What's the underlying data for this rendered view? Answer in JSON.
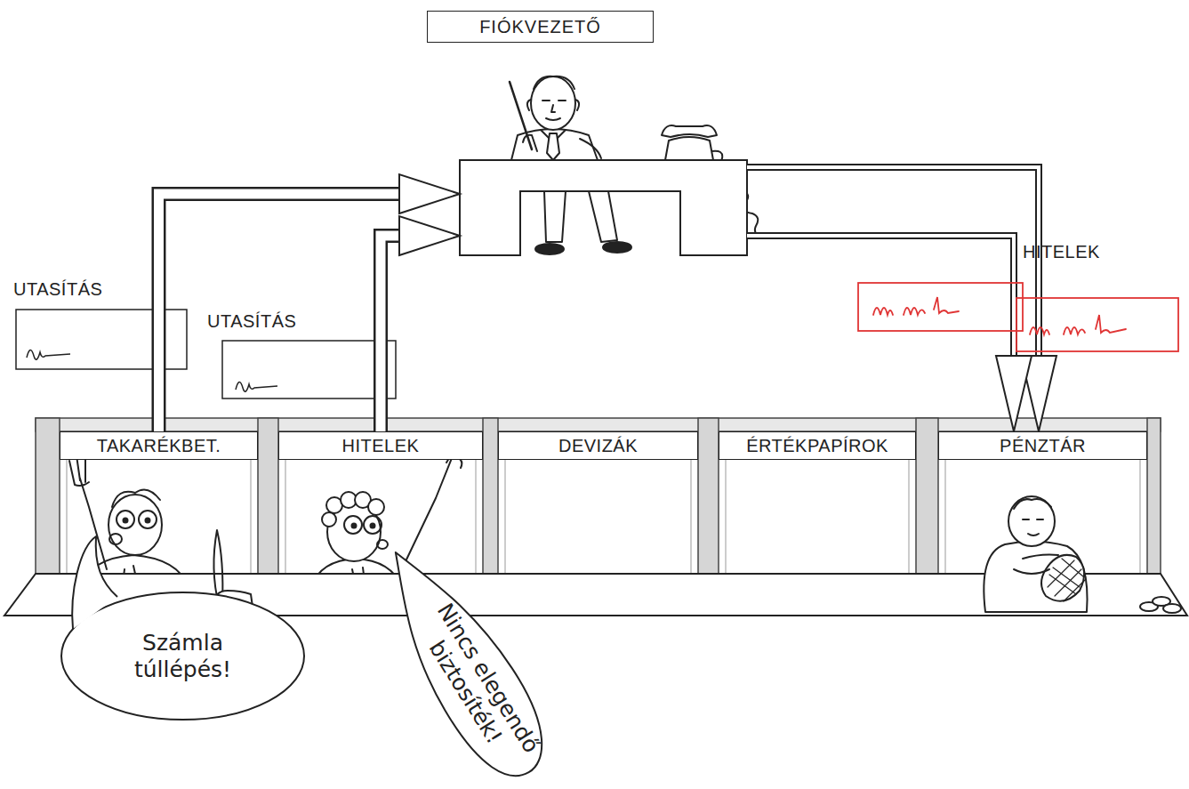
{
  "diagram": {
    "nodes": [
      {
        "text": [
          "FIÓKVEZETŐ"
        ]
      },
      {
        "text": [
          "TAKARÉKBET."
        ]
      },
      {
        "text": [
          "HITELEK"
        ]
      },
      {
        "text": [
          "DEVIZÁK"
        ]
      },
      {
        "text": [
          "ÉRTÉKPAPÍROK"
        ]
      },
      {
        "text": [
          "PÉNZTÁR"
        ]
      },
      {
        "text": [
          "Számla túllépés!"
        ]
      },
      {
        "text": [
          "Nincs elegendő biztosíték!"
        ]
      }
    ],
    "edges": [
      {
        "from": 1,
        "to": 0,
        "arrow": "to"
      },
      {
        "from": 2,
        "to": 0,
        "arrow": "to"
      },
      {
        "from": 0,
        "to": 5,
        "arrow": "to",
        "label": "HITELEK"
      },
      {
        "from": 0,
        "to": 5,
        "arrow": "to"
      }
    ],
    "labels": [
      "UTASÍTÁS",
      "UTASÍTÁS"
    ]
  }
}
